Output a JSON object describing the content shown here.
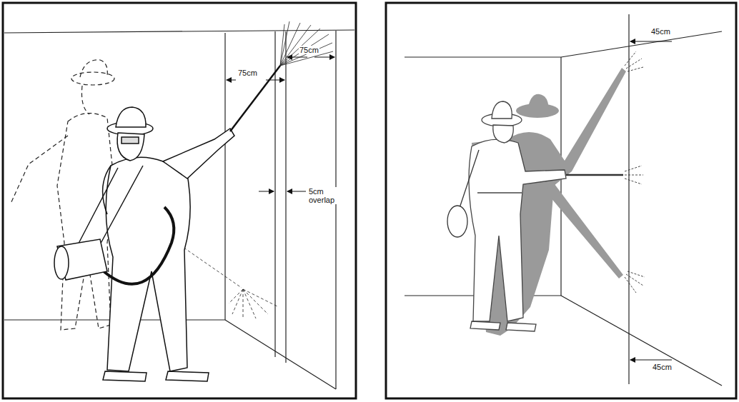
{
  "diagram": {
    "labels": [
      "75cm",
      "75cm",
      "5cm overlap",
      "45cm",
      "45cm"
    ]
  }
}
